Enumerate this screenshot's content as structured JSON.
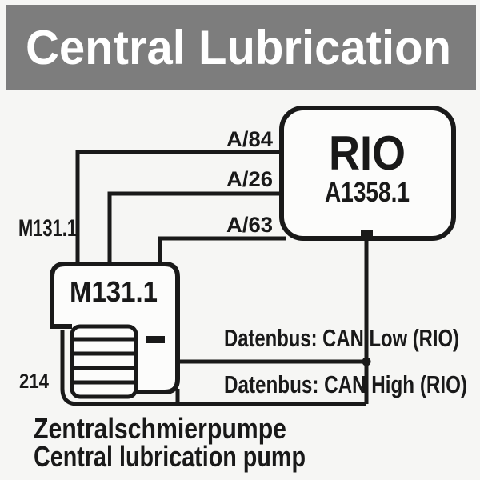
{
  "header": {
    "title": "Central Lubrication"
  },
  "rio": {
    "label": "RIO",
    "code": "A1358.1"
  },
  "pump": {
    "box_label": "M131.1",
    "side_label": "M131.1",
    "pin_label": "214"
  },
  "wires": [
    {
      "label": "A/84"
    },
    {
      "label": "A/26"
    },
    {
      "label": "A/63"
    }
  ],
  "bus": {
    "low": "Datenbus: CAN Low (RIO)",
    "high": "Datenbus: CAN High (RIO)"
  },
  "caption": {
    "line1": "Zentralschmierpumpe",
    "line2": "Central lubrication pump"
  },
  "palette": {
    "banner_gray": "#7d7d7d",
    "line_black": "#191919",
    "background": "#f6f6f4",
    "banner_text": "#ffffff"
  }
}
